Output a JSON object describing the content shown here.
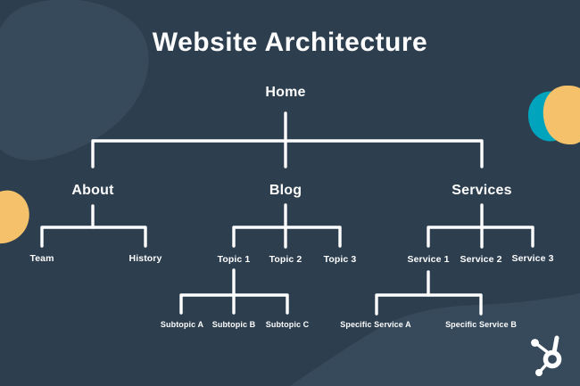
{
  "title": "Website Architecture",
  "colors": {
    "background": "#2d3e4f",
    "blob_light": "#374a5c",
    "blob_teal": "#00a4bd",
    "blob_yellow": "#f5c26b",
    "line": "#ffffff",
    "text": "#ffffff"
  },
  "brand": {
    "logo_icon": "hubspot-sprocket-icon"
  },
  "tree": {
    "label": "Home",
    "children": [
      {
        "label": "About",
        "children": [
          {
            "label": "Team"
          },
          {
            "label": "History"
          }
        ]
      },
      {
        "label": "Blog",
        "children": [
          {
            "label": "Topic 1",
            "children": [
              {
                "label": "Subtopic A"
              },
              {
                "label": "Subtopic B"
              },
              {
                "label": "Subtopic C"
              }
            ]
          },
          {
            "label": "Topic 2"
          },
          {
            "label": "Topic 3"
          }
        ]
      },
      {
        "label": "Services",
        "children": [
          {
            "label": "Service 1",
            "children": [
              {
                "label": "Specific Service A"
              },
              {
                "label": "Specific Service B"
              }
            ]
          },
          {
            "label": "Service 2"
          },
          {
            "label": "Service 3"
          }
        ]
      }
    ]
  }
}
